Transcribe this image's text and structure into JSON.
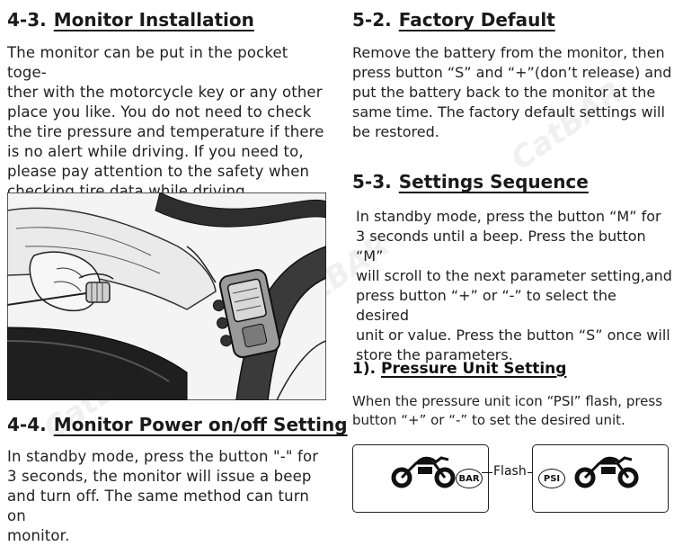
{
  "left": {
    "section_a": {
      "number": "4-3.",
      "title": "Monitor Installation",
      "lines": [
        "The monitor can be put in the pocket toge-",
        "ther with the motorcycle key or any other",
        "place you like. You do not need to check",
        "the tire pressure and temperature if there",
        "is no alert while driving. If you need to,",
        "please pay attention to the safety when",
        "checking tire data while driving."
      ]
    },
    "section_b": {
      "number": "4-4.",
      "title": "Monitor Power on/off Setting",
      "lines": [
        "In standby mode, press the button \"-\" for",
        "3 seconds, the monitor will issue a beep",
        "and turn off. The same method can turn on",
        "monitor."
      ]
    }
  },
  "right": {
    "section_a": {
      "number": "5-2.",
      "title": "Factory Default",
      "lines": [
        "Remove the battery from the monitor, then",
        "press button “S” and “+”(don’t release) and",
        "put the battery back to the monitor at the",
        "same time. The factory default settings will",
        "be restored."
      ]
    },
    "section_b": {
      "number": "5-3.",
      "title": "Settings Sequence",
      "lines": [
        "In standby mode, press the button “M” for",
        "3 seconds until a beep. Press the button “M”",
        "will scroll to the next parameter setting,and",
        "press button “+” or “-” to select the desired",
        "unit or value. Press the button “S”  once will",
        "store the parameters."
      ]
    },
    "section_c": {
      "number": "1).",
      "title": "Pressure Unit Setting",
      "lines": [
        "When the pressure unit icon “PSI” flash, press",
        "button “+” or “-” to set the desired unit."
      ]
    },
    "diagram": {
      "from_unit": "BAR",
      "link_label": "Flash",
      "to_unit": "PSI"
    }
  },
  "watermark": "CatBAR",
  "colors": {
    "text": "#111111",
    "heading": "#1a1a1a",
    "background": "#ffffff"
  }
}
